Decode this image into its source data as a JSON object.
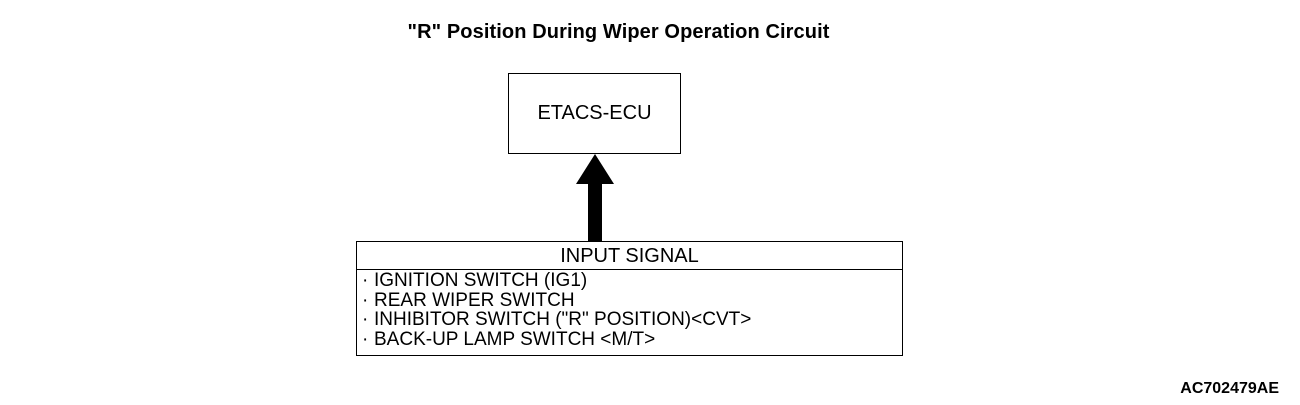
{
  "title": "\"R\" Position During Wiper Operation Circuit",
  "ecu": {
    "label": "ETACS-ECU"
  },
  "input_signal": {
    "header": "INPUT SIGNAL",
    "bullet": "·",
    "items": [
      "IGNITION SWITCH (IG1)",
      "REAR WIPER SWITCH",
      "INHIBITOR SWITCH (\"R\" POSITION)<CVT>",
      "BACK-UP LAMP SWITCH <M/T>"
    ]
  },
  "figure_code": "AC702479AE"
}
